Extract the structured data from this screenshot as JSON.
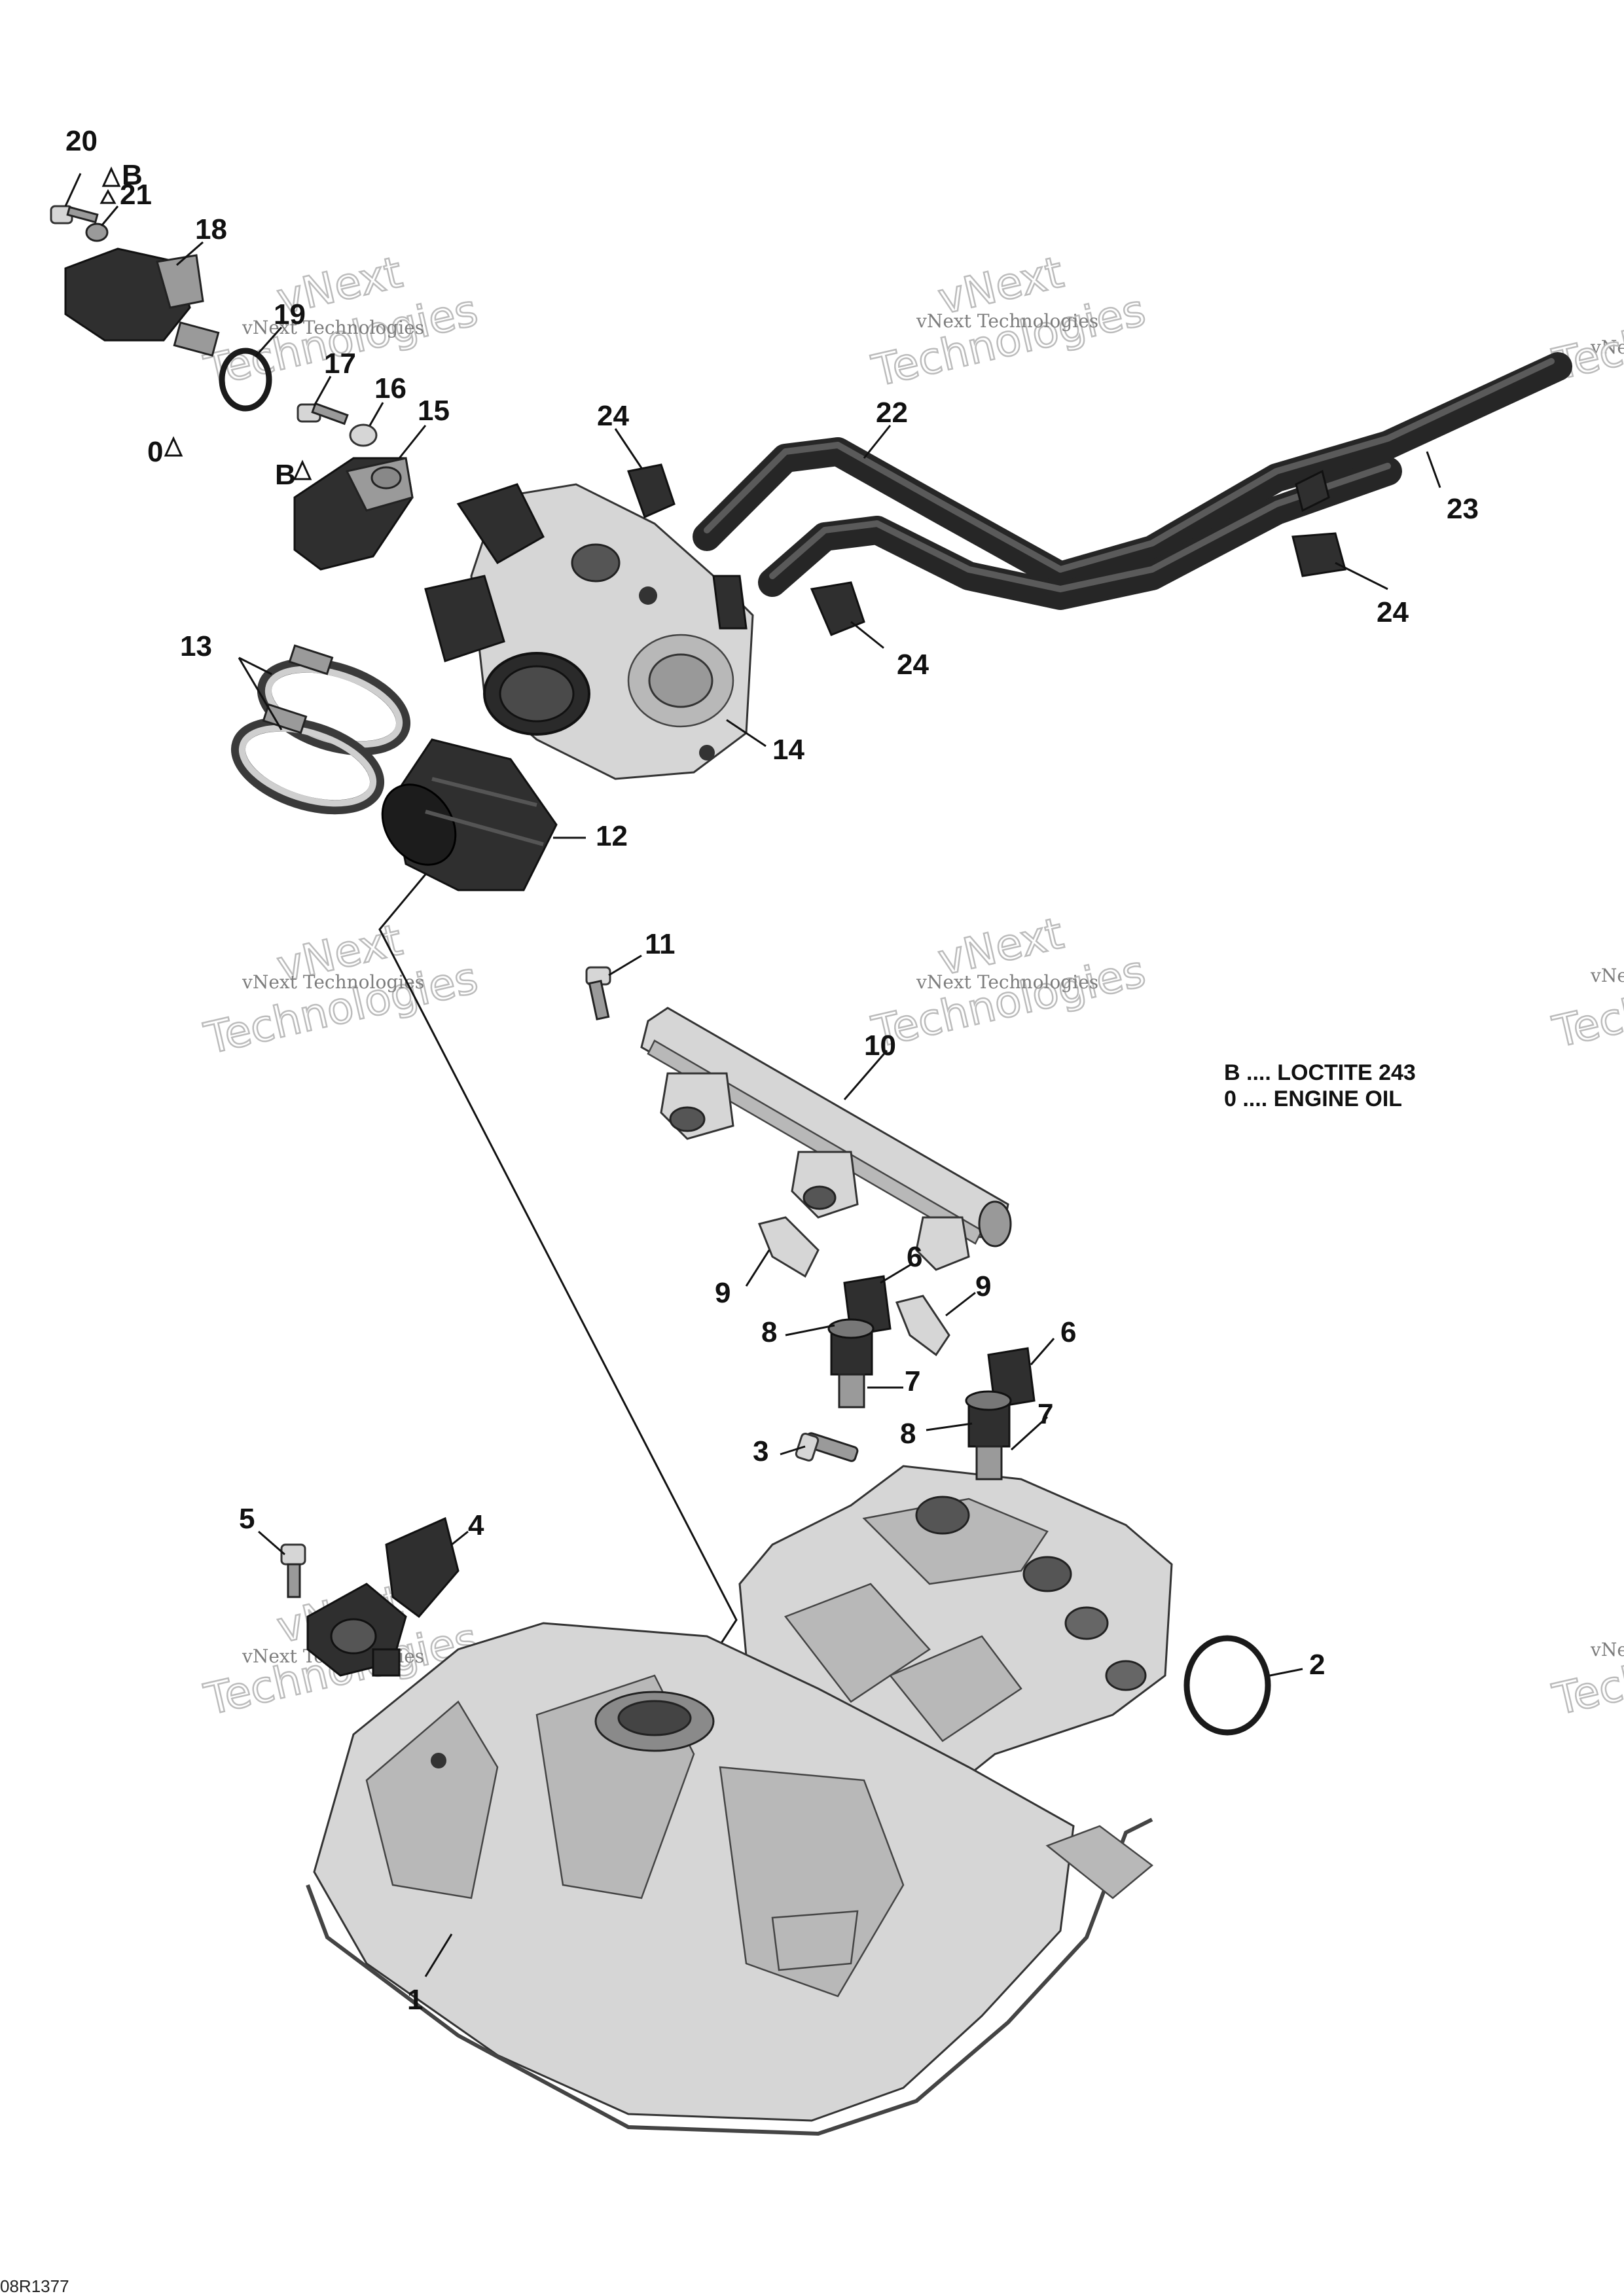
{
  "callouts": {
    "c1": "1",
    "c2": "2",
    "c3": "3",
    "c4": "4",
    "c5": "5",
    "c6a": "6",
    "c6b": "6",
    "c7a": "7",
    "c7b": "7",
    "c8a": "8",
    "c8b": "8",
    "c9a": "9",
    "c9b": "9",
    "c10": "10",
    "c11": "11",
    "c12": "12",
    "c13": "13",
    "c14": "14",
    "c15": "15",
    "c16": "16",
    "c17": "17",
    "c18": "18",
    "c19": "19",
    "c20": "20",
    "c21": "21",
    "c22": "22",
    "c23": "23",
    "c24a": "24",
    "c24b": "24",
    "c24c": "24"
  },
  "symbols": {
    "s20": "B",
    "s17": "B",
    "s19": "0"
  },
  "legend": {
    "line1": "B .... LOCTITE 243",
    "line2": "0 .... ENGINE OIL"
  },
  "watermark": {
    "small": "vNext Technologies",
    "big_top": "vNext",
    "big_bottom": "Technologies"
  },
  "reference": "08R1377",
  "colors": {
    "part_dark": "#2f2f2f",
    "part_light": "#d6d6d6",
    "watermark_gray": "#7d7d7d"
  }
}
